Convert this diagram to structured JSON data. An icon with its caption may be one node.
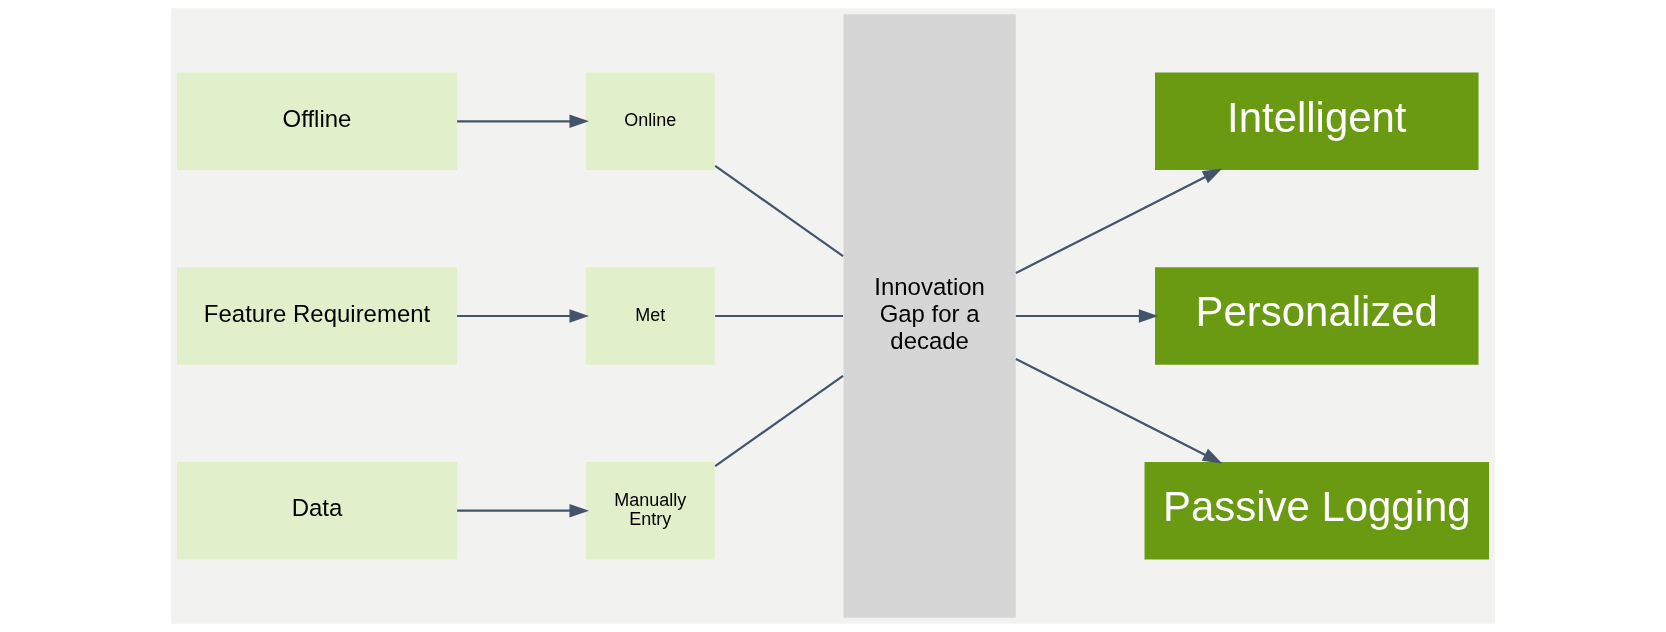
{
  "diagram": {
    "nodes": [
      {
        "text": [
          "Offline"
        ]
      },
      {
        "text": [
          "Online"
        ]
      },
      {
        "text": [
          "Feature Requirement"
        ]
      },
      {
        "text": [
          "Met"
        ]
      },
      {
        "text": [
          "Data"
        ]
      },
      {
        "text": [
          "Manually Entry"
        ]
      },
      {
        "text": [
          "Innovation Gap for a decade"
        ]
      },
      {
        "text": [
          "Intelligent"
        ]
      },
      {
        "text": [
          "Personalized"
        ]
      },
      {
        "text": [
          "Passive Logging"
        ]
      }
    ],
    "edges": [
      {
        "from": 0,
        "to": 1,
        "arrow": "to"
      },
      {
        "from": 1,
        "to": 6,
        "arrow": "none"
      },
      {
        "from": 2,
        "to": 3,
        "arrow": "to"
      },
      {
        "from": 3,
        "to": 6,
        "arrow": "none"
      },
      {
        "from": 4,
        "to": 5,
        "arrow": "to"
      },
      {
        "from": 5,
        "to": 6,
        "arrow": "none"
      },
      {
        "from": 6,
        "to": 7,
        "arrow": "to"
      },
      {
        "from": 6,
        "to": 8,
        "arrow": "to"
      },
      {
        "from": 6,
        "to": 9,
        "arrow": "to"
      }
    ]
  }
}
